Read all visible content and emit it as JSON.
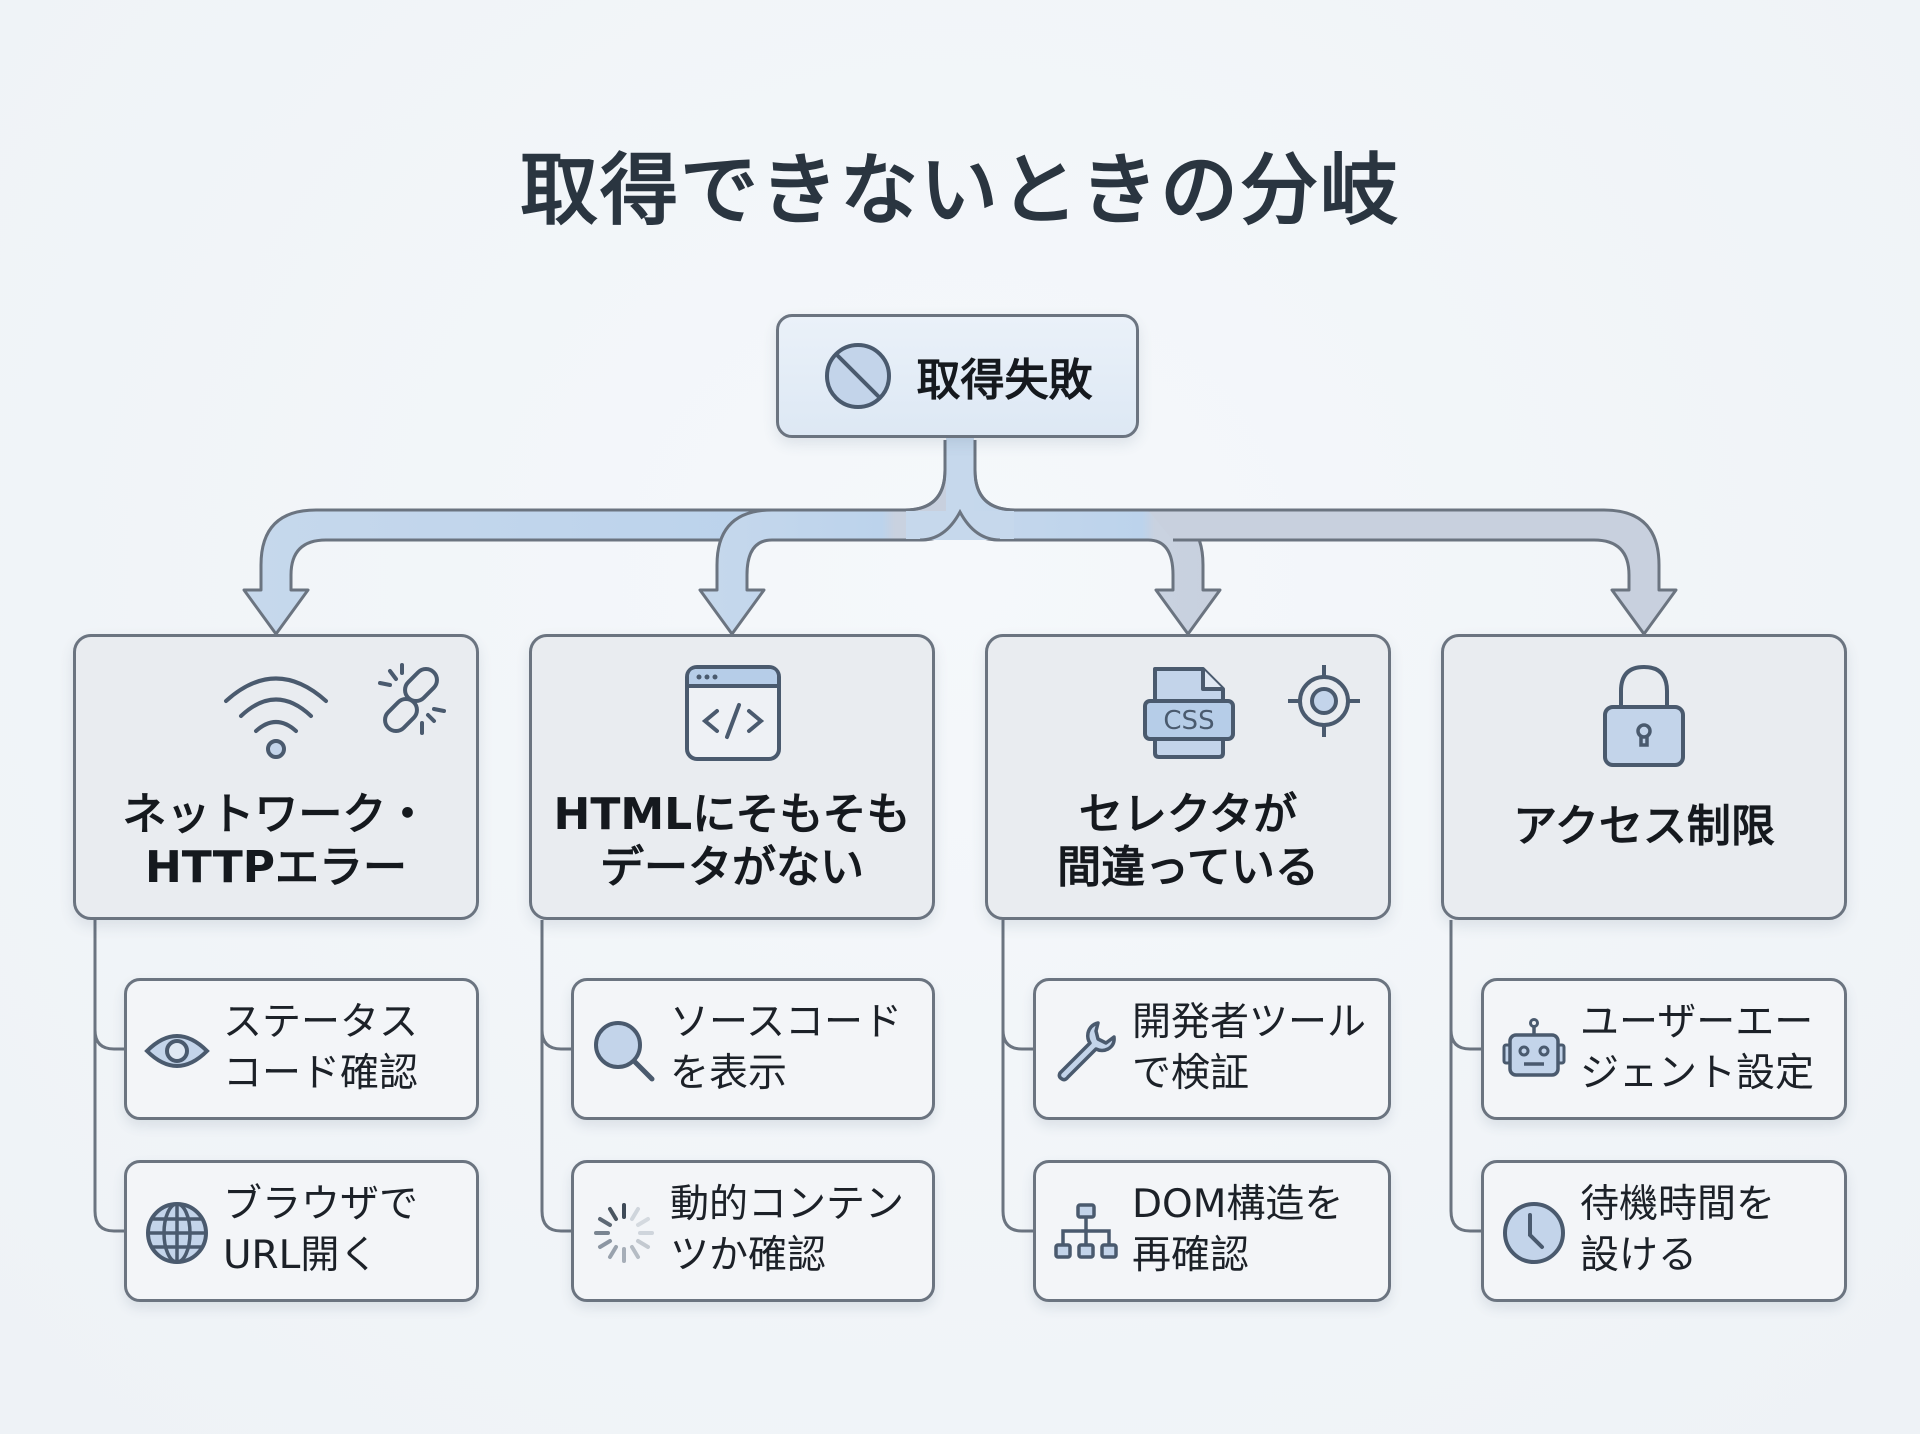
{
  "title": "取得できないときの分岐",
  "root": {
    "label": "取得失敗",
    "icon": "prohibited-icon"
  },
  "colors": {
    "background": "#f1f5f9",
    "stroke": "#4a5a6e",
    "border": "#6b7480",
    "accent_fill": "#c3d4ea",
    "card_fill": "#e9ecf0",
    "sub_fill": "#f3f5f8"
  },
  "branches": [
    {
      "heading": "ネットワーク・\nHTTPエラー",
      "icons": [
        "wifi-icon",
        "broken-link-icon"
      ],
      "items": [
        {
          "label": "ステータス\nコード確認",
          "icon": "eye-icon"
        },
        {
          "label": "ブラウザで\nURL開く",
          "icon": "globe-icon"
        }
      ]
    },
    {
      "heading": "HTMLにそもそも\nデータがない",
      "icons": [
        "code-window-icon"
      ],
      "items": [
        {
          "label": "ソースコード\nを表示",
          "icon": "search-icon"
        },
        {
          "label": "動的コンテン\nツか確認",
          "icon": "loading-spinner-icon"
        }
      ]
    },
    {
      "heading": "セレクタが\n間違っている",
      "icons": [
        "css-file-icon",
        "target-icon"
      ],
      "css_badge": "CSS",
      "items": [
        {
          "label": "開発者ツール\nで検証",
          "icon": "wrench-icon"
        },
        {
          "label": "DOM構造を\n再確認",
          "icon": "sitemap-icon"
        }
      ]
    },
    {
      "heading": "アクセス制限",
      "icons": [
        "lock-icon"
      ],
      "items": [
        {
          "label": "ユーザーエー\nジェント設定",
          "icon": "robot-icon"
        },
        {
          "label": "待機時間を\n設ける",
          "icon": "clock-icon"
        }
      ]
    }
  ]
}
